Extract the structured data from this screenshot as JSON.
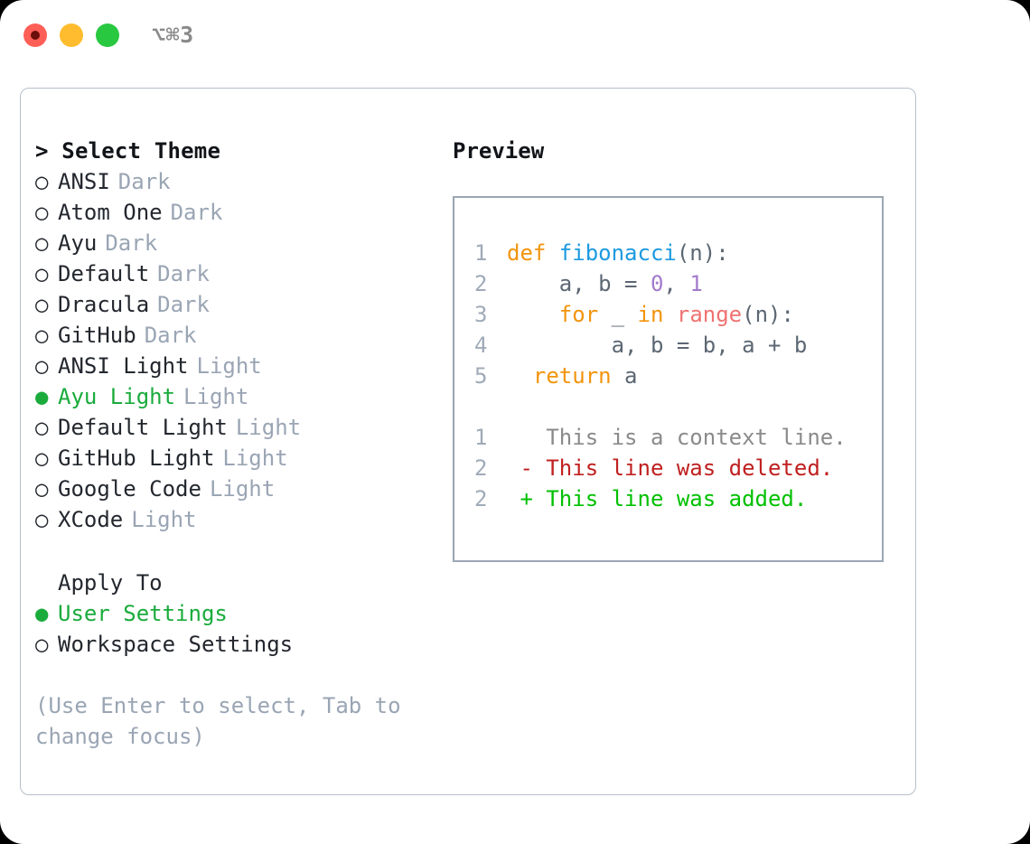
{
  "window": {
    "shortcut": "⌥⌘3",
    "traffic_lights": [
      {
        "name": "close",
        "color": "#ff5f57"
      },
      {
        "name": "minimize",
        "color": "#febc2e"
      },
      {
        "name": "maximize",
        "color": "#28c840"
      }
    ]
  },
  "theme_section": {
    "header": "> Select Theme",
    "selected_marker": "●",
    "unselected_marker": "○",
    "items": [
      {
        "name": "ANSI",
        "variant": "Dark",
        "selected": false
      },
      {
        "name": "Atom One",
        "variant": "Dark",
        "selected": false
      },
      {
        "name": "Ayu",
        "variant": "Dark",
        "selected": false
      },
      {
        "name": "Default",
        "variant": "Dark",
        "selected": false
      },
      {
        "name": "Dracula",
        "variant": "Dark",
        "selected": false
      },
      {
        "name": "GitHub",
        "variant": "Dark",
        "selected": false
      },
      {
        "name": "ANSI Light",
        "variant": "Light",
        "selected": false
      },
      {
        "name": "Ayu Light",
        "variant": "Light",
        "selected": true
      },
      {
        "name": "Default Light",
        "variant": "Light",
        "selected": false
      },
      {
        "name": "GitHub Light",
        "variant": "Light",
        "selected": false
      },
      {
        "name": "Google Code",
        "variant": "Light",
        "selected": false
      },
      {
        "name": "XCode",
        "variant": "Light",
        "selected": false
      }
    ]
  },
  "apply_section": {
    "header": "Apply To",
    "items": [
      {
        "name": "User Settings",
        "selected": true
      },
      {
        "name": "Workspace Settings",
        "selected": false
      }
    ]
  },
  "hint": "(Use Enter to select, Tab to change focus)",
  "preview": {
    "header": "Preview",
    "code_lines": [
      {
        "number": "1",
        "tokens": [
          {
            "text": "def ",
            "type": "kw"
          },
          {
            "text": "fibonacci",
            "type": "fn"
          },
          {
            "text": "(n):",
            "type": "plain"
          }
        ]
      },
      {
        "number": "2",
        "tokens": [
          {
            "text": "    a, b = ",
            "type": "plain"
          },
          {
            "text": "0",
            "type": "num"
          },
          {
            "text": ", ",
            "type": "plain"
          },
          {
            "text": "1",
            "type": "num"
          }
        ]
      },
      {
        "number": "3",
        "tokens": [
          {
            "text": "    ",
            "type": "plain"
          },
          {
            "text": "for",
            "type": "kw"
          },
          {
            "text": " _ ",
            "type": "plain"
          },
          {
            "text": "in",
            "type": "kw"
          },
          {
            "text": " ",
            "type": "plain"
          },
          {
            "text": "range",
            "type": "call"
          },
          {
            "text": "(n):",
            "type": "plain"
          }
        ]
      },
      {
        "number": "4",
        "tokens": [
          {
            "text": "        a, b = b, a + b",
            "type": "plain"
          }
        ]
      },
      {
        "number": "5",
        "tokens": [
          {
            "text": "  ",
            "type": "plain"
          },
          {
            "text": "return",
            "type": "kw"
          },
          {
            "text": " a",
            "type": "plain"
          }
        ]
      }
    ],
    "diff_lines": [
      {
        "number": "1",
        "marker": " ",
        "text": "This is a context line.",
        "kind": "context"
      },
      {
        "number": "2",
        "marker": "-",
        "text": "This line was deleted.",
        "kind": "deleted"
      },
      {
        "number": "2",
        "marker": "+",
        "text": "This line was added.",
        "kind": "added"
      }
    ]
  },
  "colors": {
    "selection_green": "#1aab3c",
    "muted_grey": "#9aa5b4",
    "panel_border": "#b7bfcb",
    "keyword_orange": "#f2940d",
    "function_blue": "#1c9ae0",
    "number_purple": "#a37acc",
    "call_red": "#f07171",
    "diff_added": "#00c000",
    "diff_deleted": "#c02020"
  }
}
